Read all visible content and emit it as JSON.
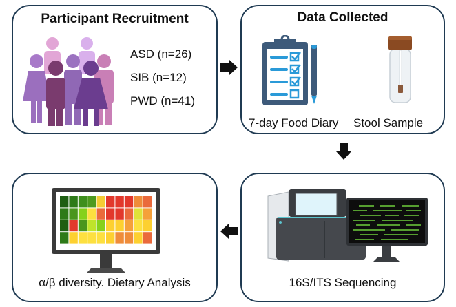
{
  "panels": {
    "recruitment": {
      "title": "Participant Recruitment",
      "groups": [
        {
          "label": "ASD (n=26)",
          "name": "ASD",
          "n": 26
        },
        {
          "label": "SIB (n=12)",
          "name": "SIB",
          "n": 12
        },
        {
          "label": "PWD (n=41)",
          "name": "PWD",
          "n": 41
        }
      ],
      "icon": "people-group-icon"
    },
    "data_collected": {
      "title": "Data Collected",
      "items": [
        {
          "label": "7-day Food Diary",
          "icon": "clipboard-checklist-icon"
        },
        {
          "label": "Stool Sample",
          "icon": "sample-tube-icon"
        }
      ]
    },
    "sequencing": {
      "label": "16S/ITS Sequencing",
      "icon": "sequencer-machine-icon"
    },
    "analysis": {
      "label": "α/β diversity. Dietary Analysis",
      "icon": "heatmap-monitor-icon",
      "heatmap_colors": [
        [
          "#1e5e12",
          "#2e7a18",
          "#3f8f1d",
          "#4e9a1f",
          "#f5cc35",
          "#e2382c",
          "#e2382c",
          "#e2382c",
          "#ef8c3a",
          "#ea6a3c"
        ],
        [
          "#2e7a18",
          "#4a961d",
          "#86d11b",
          "#fde040",
          "#ea6a3c",
          "#e2382c",
          "#e2382c",
          "#ea6a3c",
          "#dfe23a",
          "#f5a03a"
        ],
        [
          "#1e5e12",
          "#e2382c",
          "#4a961d",
          "#bfe42a",
          "#86d11b",
          "#fdd030",
          "#fdd030",
          "#f5a03a",
          "#fde040",
          "#fdd030"
        ],
        [
          "#2e7a18",
          "#fdd030",
          "#fde040",
          "#fde040",
          "#fde040",
          "#fdd030",
          "#ef8c3a",
          "#ef8c3a",
          "#fdd030",
          "#ea6a3c"
        ]
      ]
    }
  },
  "colors": {
    "border": "#1f3a52",
    "clipboard": "#3d5a7a",
    "clipboard_accent": "#2a9ad8",
    "cap": "#8a4a22"
  },
  "flow": [
    "recruitment",
    "data_collected",
    "sequencing",
    "analysis"
  ]
}
